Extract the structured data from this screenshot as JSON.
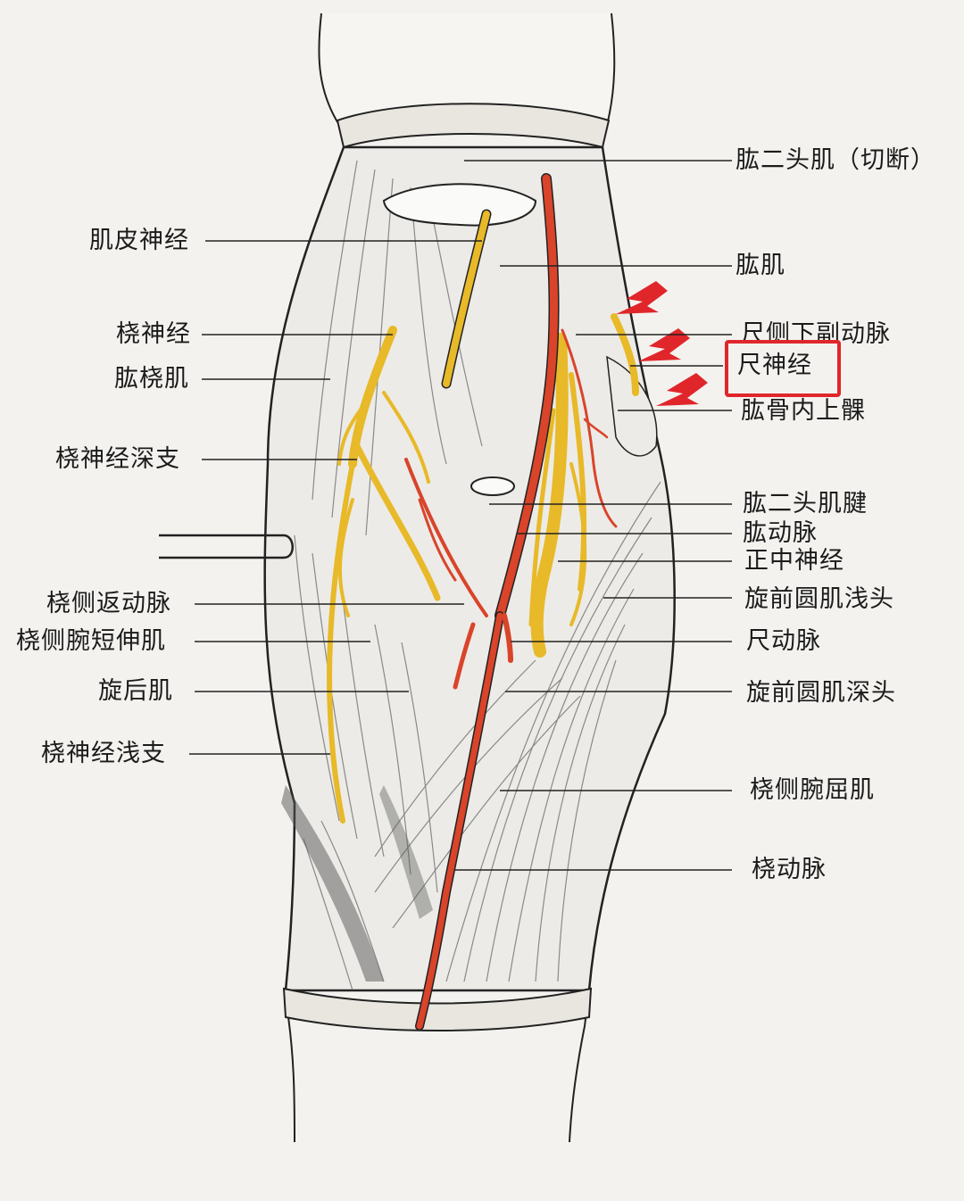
{
  "colors": {
    "artery": "#d9442a",
    "nerve": "#e8b928",
    "highlight": "#e0262b",
    "background": "#f3f2ef",
    "line": "#222222"
  },
  "icons": [
    "red-arrow-icon"
  ],
  "labels_left": [
    {
      "id": "l1",
      "text": "肌皮神经"
    },
    {
      "id": "l2",
      "text": "桡神经"
    },
    {
      "id": "l3",
      "text": "肱桡肌"
    },
    {
      "id": "l4",
      "text": "桡神经深支"
    },
    {
      "id": "l5",
      "text": "桡侧返动脉"
    },
    {
      "id": "l6",
      "text": "桡侧腕短伸肌"
    },
    {
      "id": "l7",
      "text": "旋后肌"
    },
    {
      "id": "l8",
      "text": "桡神经浅支"
    }
  ],
  "labels_right": [
    {
      "id": "r1",
      "text": "肱二头肌（切断）"
    },
    {
      "id": "r2",
      "text": "肱肌"
    },
    {
      "id": "r3",
      "text": "尺侧下副动脉"
    },
    {
      "id": "r4",
      "text": "尺神经",
      "highlighted": true
    },
    {
      "id": "r5",
      "text": "肱骨内上髁"
    },
    {
      "id": "r6",
      "text": "肱二头肌腱"
    },
    {
      "id": "r7",
      "text": "肱动脉"
    },
    {
      "id": "r8",
      "text": "正中神经"
    },
    {
      "id": "r9",
      "text": "旋前圆肌浅头"
    },
    {
      "id": "r10",
      "text": "尺动脉"
    },
    {
      "id": "r11",
      "text": "旋前圆肌深头"
    },
    {
      "id": "r12",
      "text": "桡侧腕屈肌"
    },
    {
      "id": "r13",
      "text": "桡动脉"
    }
  ]
}
